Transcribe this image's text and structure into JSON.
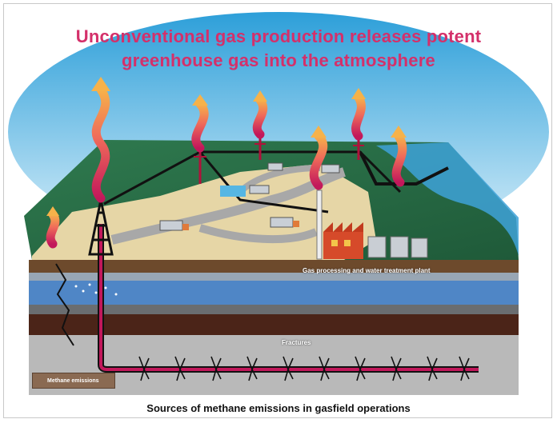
{
  "title_line1": "Unconventional gas production releases potent",
  "title_line2": "greenhouse gas into the atmosphere",
  "caption": "Sources of methane emissions in gasfield operations",
  "labels": {
    "gas_plant": "Gas processing and water treatment plant",
    "fractures": "Fractures",
    "legend": "Methane emissions"
  },
  "colors": {
    "title": "#d4306a",
    "sky": "#6ec6ec",
    "ground": "#2f7a4f",
    "methane_plume": "#e8577e",
    "water_layer": "#4f86c6",
    "shale_layer": "#b9b9b9",
    "well": "#c2185b"
  }
}
